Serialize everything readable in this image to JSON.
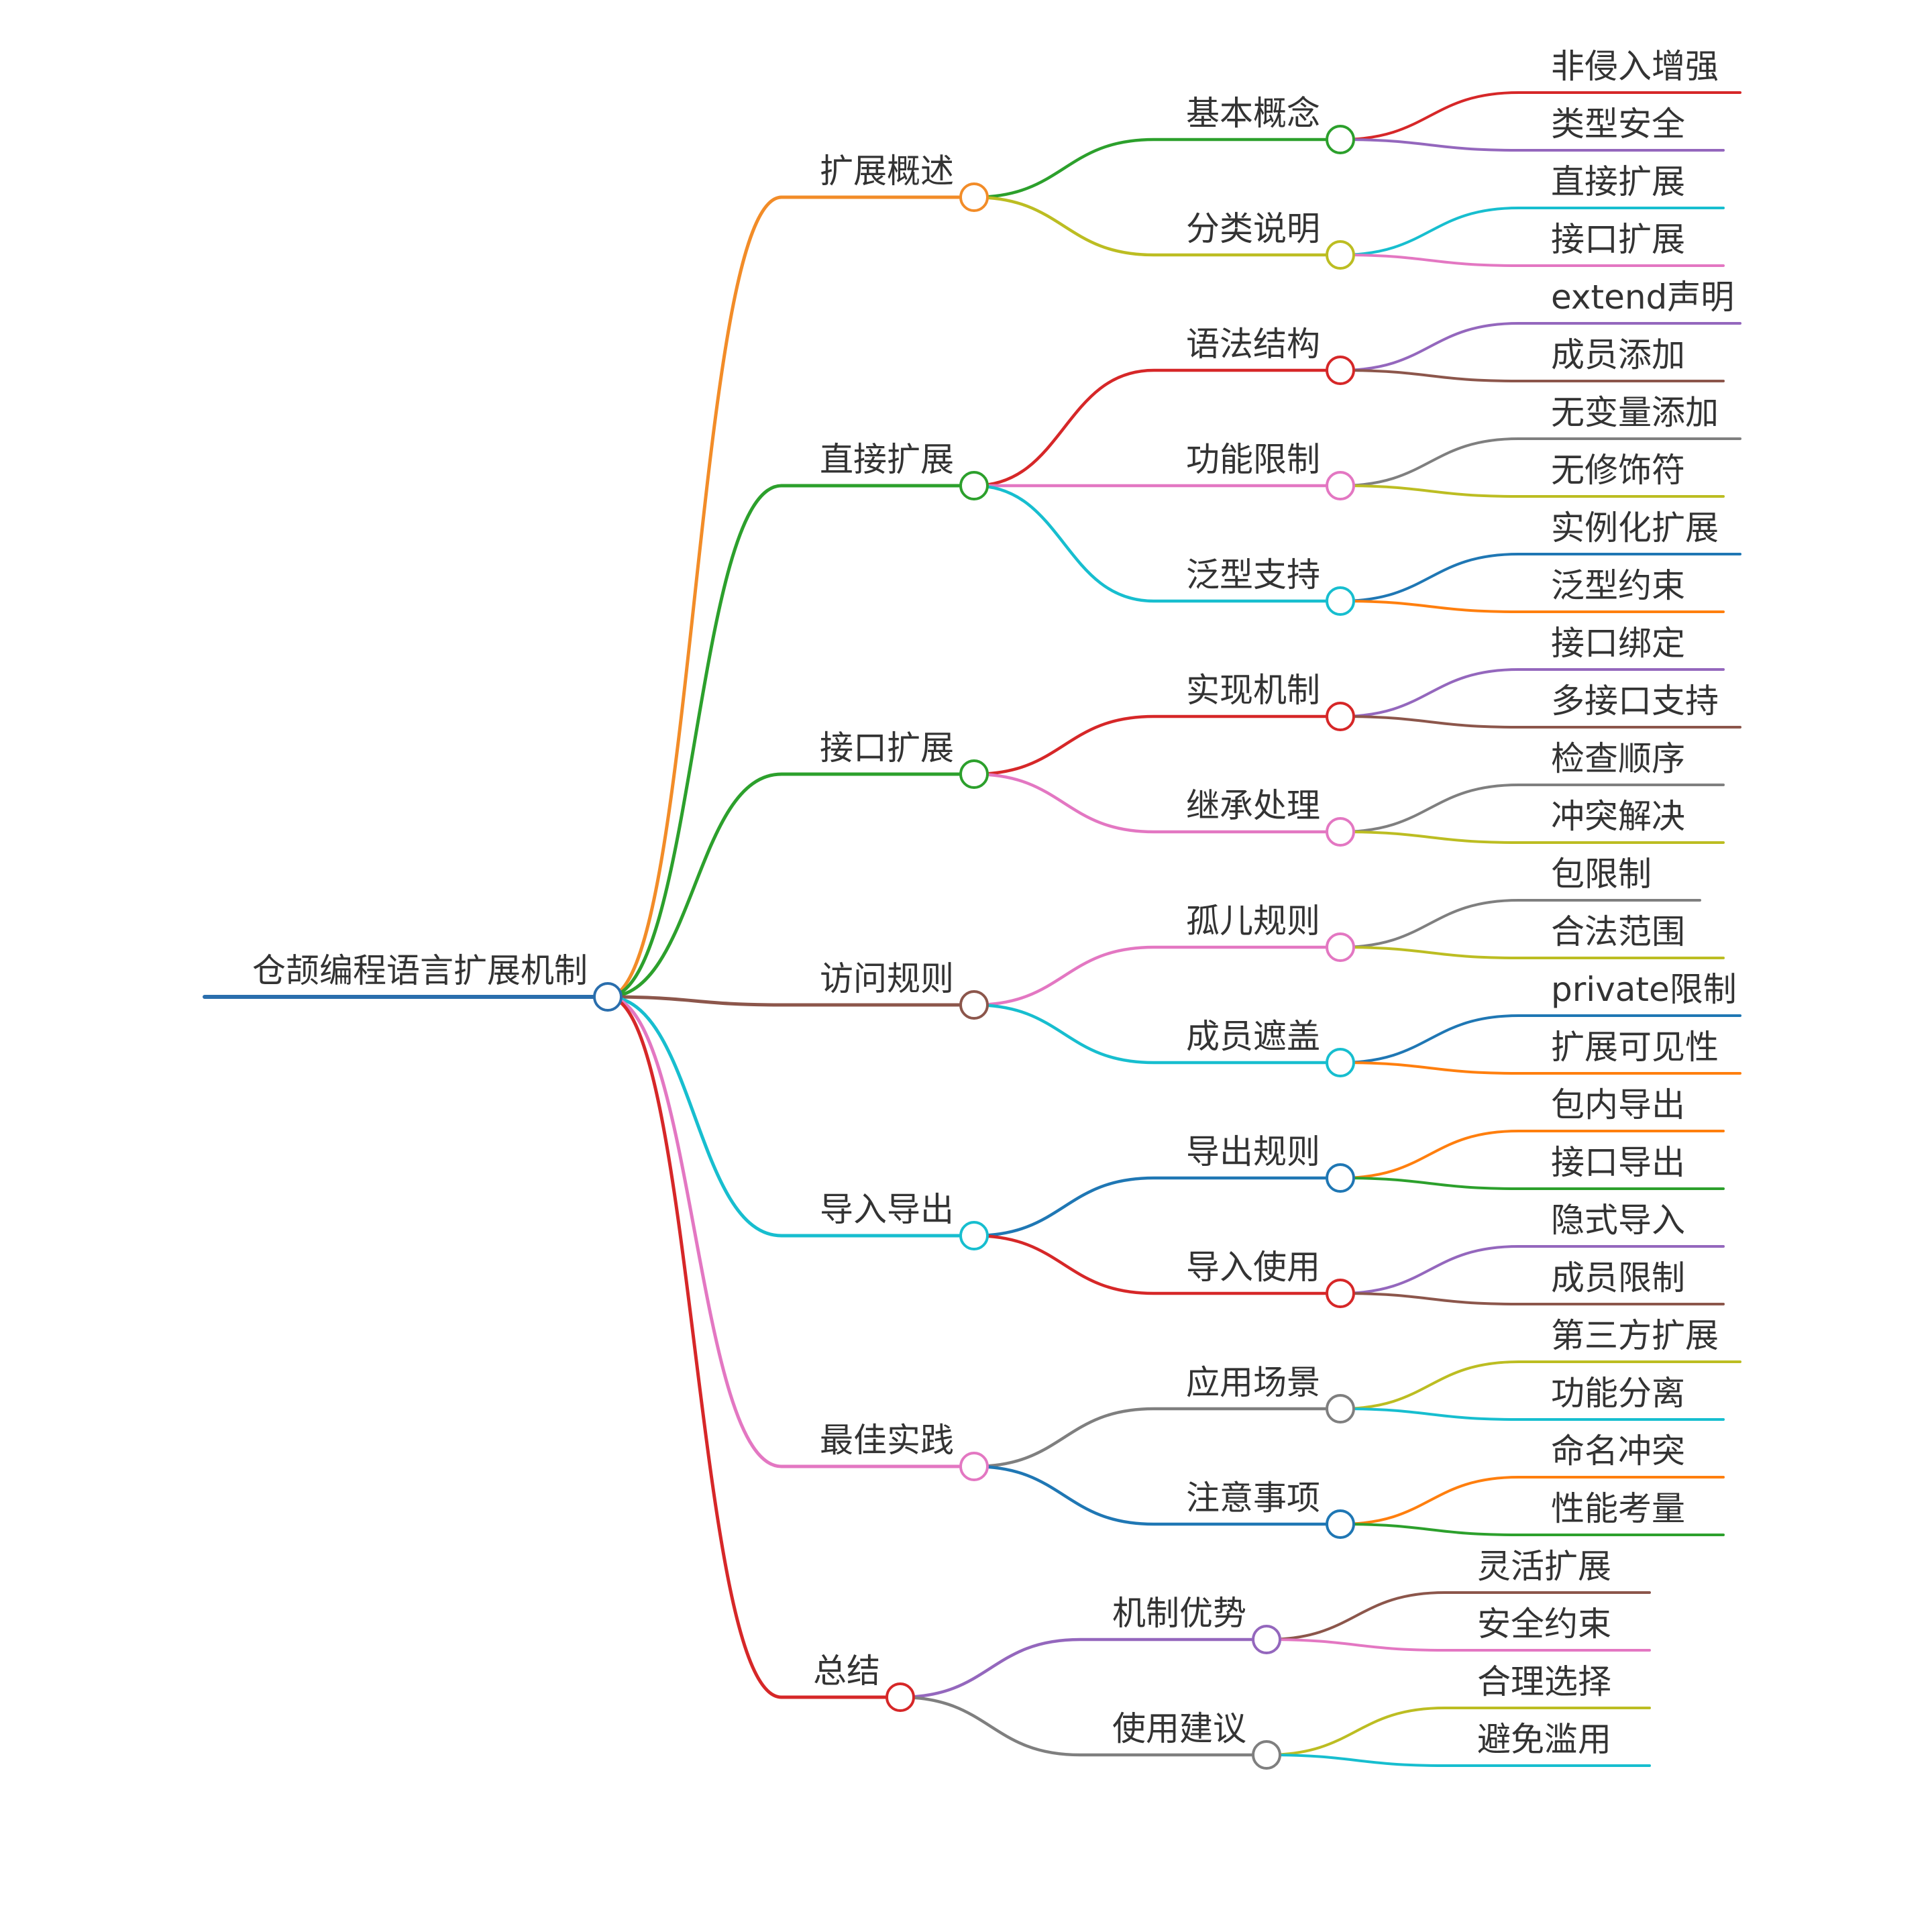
{
  "root": {
    "label": "仓颉编程语言扩展机制",
    "color": "#2a6ead",
    "children": [
      {
        "label": "扩展概述",
        "color": "#f28c28",
        "children": [
          {
            "label": "基本概念",
            "color": "#2ca02c",
            "children": [
              {
                "label": "非侵入增强",
                "color": "#d62728"
              },
              {
                "label": "类型安全",
                "color": "#9467bd"
              }
            ]
          },
          {
            "label": "分类说明",
            "color": "#bcbd22",
            "children": [
              {
                "label": "直接扩展",
                "color": "#17becf"
              },
              {
                "label": "接口扩展",
                "color": "#e377c2"
              }
            ]
          }
        ]
      },
      {
        "label": "直接扩展",
        "color": "#2ca02c",
        "children": [
          {
            "label": "语法结构",
            "color": "#d62728",
            "children": [
              {
                "label": "extend声明",
                "color": "#9467bd"
              },
              {
                "label": "成员添加",
                "color": "#8c564b"
              }
            ]
          },
          {
            "label": "功能限制",
            "color": "#e377c2",
            "children": [
              {
                "label": "无变量添加",
                "color": "#7f7f7f"
              },
              {
                "label": "无修饰符",
                "color": "#bcbd22"
              }
            ]
          },
          {
            "label": "泛型支持",
            "color": "#17becf",
            "children": [
              {
                "label": "实例化扩展",
                "color": "#1f77b4"
              },
              {
                "label": "泛型约束",
                "color": "#ff7f0e"
              }
            ]
          }
        ]
      },
      {
        "label": "接口扩展",
        "color": "#2ca02c",
        "children": [
          {
            "label": "实现机制",
            "color": "#d62728",
            "children": [
              {
                "label": "接口绑定",
                "color": "#9467bd"
              },
              {
                "label": "多接口支持",
                "color": "#8c564b"
              }
            ]
          },
          {
            "label": "继承处理",
            "color": "#e377c2",
            "children": [
              {
                "label": "检查顺序",
                "color": "#7f7f7f"
              },
              {
                "label": "冲突解决",
                "color": "#bcbd22"
              }
            ]
          }
        ]
      },
      {
        "label": "访问规则",
        "color": "#8c564b",
        "children": [
          {
            "label": "孤儿规则",
            "color": "#e377c2",
            "children": [
              {
                "label": "包限制",
                "color": "#7f7f7f"
              },
              {
                "label": "合法范围",
                "color": "#bcbd22"
              }
            ]
          },
          {
            "label": "成员遮盖",
            "color": "#17becf",
            "children": [
              {
                "label": "private限制",
                "color": "#1f77b4"
              },
              {
                "label": "扩展可见性",
                "color": "#ff7f0e"
              }
            ]
          }
        ]
      },
      {
        "label": "导入导出",
        "color": "#17becf",
        "children": [
          {
            "label": "导出规则",
            "color": "#1f77b4",
            "children": [
              {
                "label": "包内导出",
                "color": "#ff7f0e"
              },
              {
                "label": "接口导出",
                "color": "#2ca02c"
              }
            ]
          },
          {
            "label": "导入使用",
            "color": "#d62728",
            "children": [
              {
                "label": "隐式导入",
                "color": "#9467bd"
              },
              {
                "label": "成员限制",
                "color": "#8c564b"
              }
            ]
          }
        ]
      },
      {
        "label": "最佳实践",
        "color": "#e377c2",
        "children": [
          {
            "label": "应用场景",
            "color": "#7f7f7f",
            "children": [
              {
                "label": "第三方扩展",
                "color": "#bcbd22"
              },
              {
                "label": "功能分离",
                "color": "#17becf"
              }
            ]
          },
          {
            "label": "注意事项",
            "color": "#1f77b4",
            "children": [
              {
                "label": "命名冲突",
                "color": "#ff7f0e"
              },
              {
                "label": "性能考量",
                "color": "#2ca02c"
              }
            ]
          }
        ]
      },
      {
        "label": "总结",
        "color": "#d62728",
        "children": [
          {
            "label": "机制优势",
            "color": "#9467bd",
            "children": [
              {
                "label": "灵活扩展",
                "color": "#8c564b"
              },
              {
                "label": "安全约束",
                "color": "#e377c2"
              }
            ]
          },
          {
            "label": "使用建议",
            "color": "#7f7f7f",
            "children": [
              {
                "label": "合理选择",
                "color": "#bcbd22"
              },
              {
                "label": "避免滥用",
                "color": "#17becf"
              }
            ]
          }
        ]
      }
    ]
  }
}
